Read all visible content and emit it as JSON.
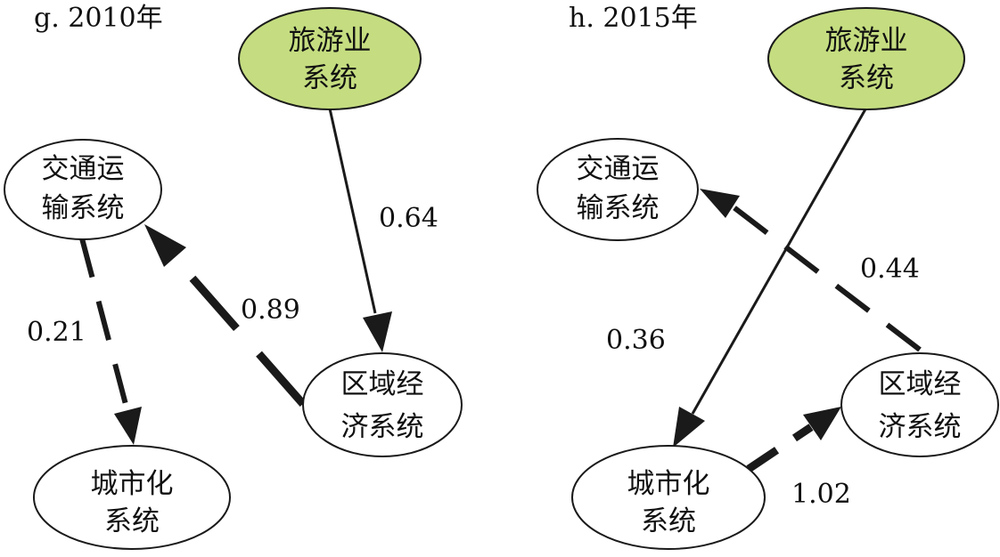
{
  "colors": {
    "tourism_fill": "#c5dd80",
    "node_fill": "#ffffff",
    "stroke": "#1a1a1a"
  },
  "panels": [
    {
      "title": "g. 2010年",
      "nodes": {
        "tourism": {
          "line1": "旅游业",
          "line2": "系统"
        },
        "transport": {
          "line1": "交通运",
          "line2": "输系统"
        },
        "regional": {
          "line1": "区域经",
          "line2": "济系统"
        },
        "urban": {
          "line1": "城市化",
          "line2": "系统"
        }
      },
      "edges": [
        {
          "from": "tourism",
          "to": "regional",
          "value": "0.64",
          "style": "solid"
        },
        {
          "from": "regional",
          "to": "transport",
          "value": "0.89",
          "style": "dashed-thick"
        },
        {
          "from": "transport",
          "to": "urban",
          "value": "0.21",
          "style": "dashed"
        }
      ]
    },
    {
      "title": "h. 2015年",
      "nodes": {
        "tourism": {
          "line1": "旅游业",
          "line2": "系统"
        },
        "transport": {
          "line1": "交通运",
          "line2": "输系统"
        },
        "regional": {
          "line1": "区域经",
          "line2": "济系统"
        },
        "urban": {
          "line1": "城市化",
          "line2": "系统"
        }
      },
      "edges": [
        {
          "from": "tourism",
          "to": "urban",
          "value": "0.36",
          "style": "solid"
        },
        {
          "from": "regional",
          "to": "transport",
          "value": "0.44",
          "style": "dashed"
        },
        {
          "from": "urban",
          "to": "regional",
          "value": "1.02",
          "style": "dashed-thick"
        }
      ]
    }
  ]
}
